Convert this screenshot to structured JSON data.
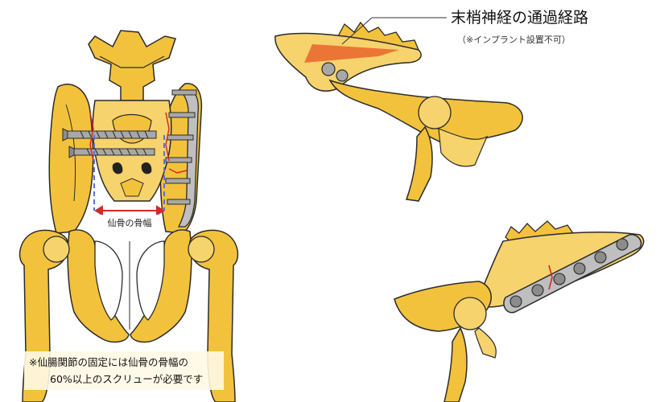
{
  "colors": {
    "bone": "#f3c23c",
    "bone_light": "#f6d36c",
    "outline": "#2b2b2b",
    "fracture": "#d42a1e",
    "nerve_zone": "#e9642a",
    "measure_arrow": "#d22a2a",
    "guide_line": "#5b6fd6",
    "plate": "#bfbfbf",
    "plate_dark": "#8c8c8c"
  },
  "labels": {
    "callout_title": "末梢神経の通過経路",
    "callout_subtitle": "（※インプラント設置不可）",
    "sacrum_width": "仙骨の骨幅",
    "note_line1": "※仙腸関節の固定には仙骨の骨幅の",
    "note_line2": "60%以上のスクリューが必要です"
  }
}
